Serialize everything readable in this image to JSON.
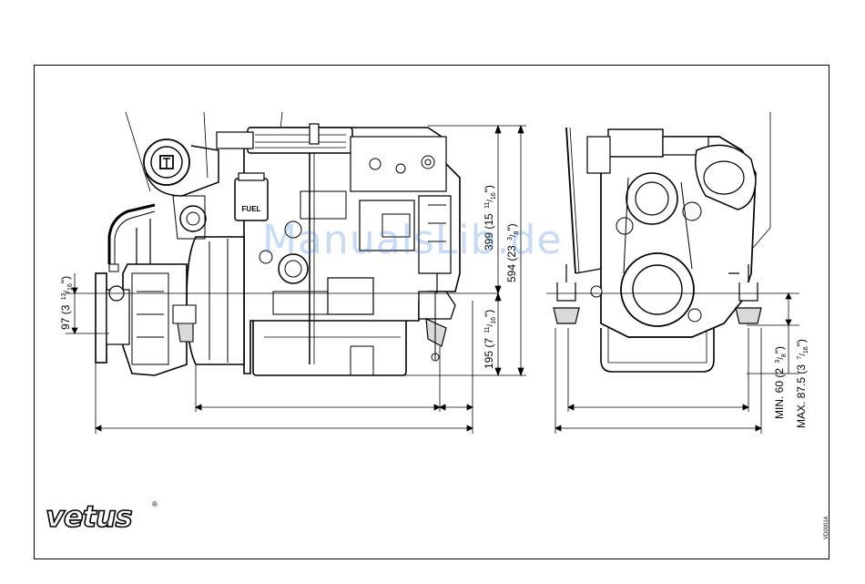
{
  "brand": {
    "name": "vetus",
    "registered": "®"
  },
  "watermark": "ManualsLib.de",
  "doc_code": "VD00014",
  "fuel_label": "FUEL",
  "dimensions": {
    "height_upper": {
      "value": "399",
      "inch_whole": "15",
      "inch_num": "11",
      "inch_den": "16"
    },
    "height_total": {
      "value": "594",
      "inch_whole": "23",
      "inch_num": "3",
      "inch_den": "8"
    },
    "height_lower": {
      "value": "195",
      "inch_whole": "7",
      "inch_num": "11",
      "inch_den": "16"
    },
    "mount_offset": {
      "value": "97",
      "inch_whole": "3",
      "inch_num": "13",
      "inch_den": "16"
    },
    "min_height": {
      "prefix": "MIN.",
      "value": "60",
      "inch_whole": "2",
      "inch_num": "3",
      "inch_den": "8"
    },
    "max_height": {
      "prefix": "MAX.",
      "value": "87.5",
      "inch_whole": "3",
      "inch_num": "7",
      "inch_den": "16"
    }
  },
  "colors": {
    "line": "#000000",
    "fill": "#ffffff",
    "shade": "#d9d9d9",
    "dark": "#1a1a1a"
  }
}
